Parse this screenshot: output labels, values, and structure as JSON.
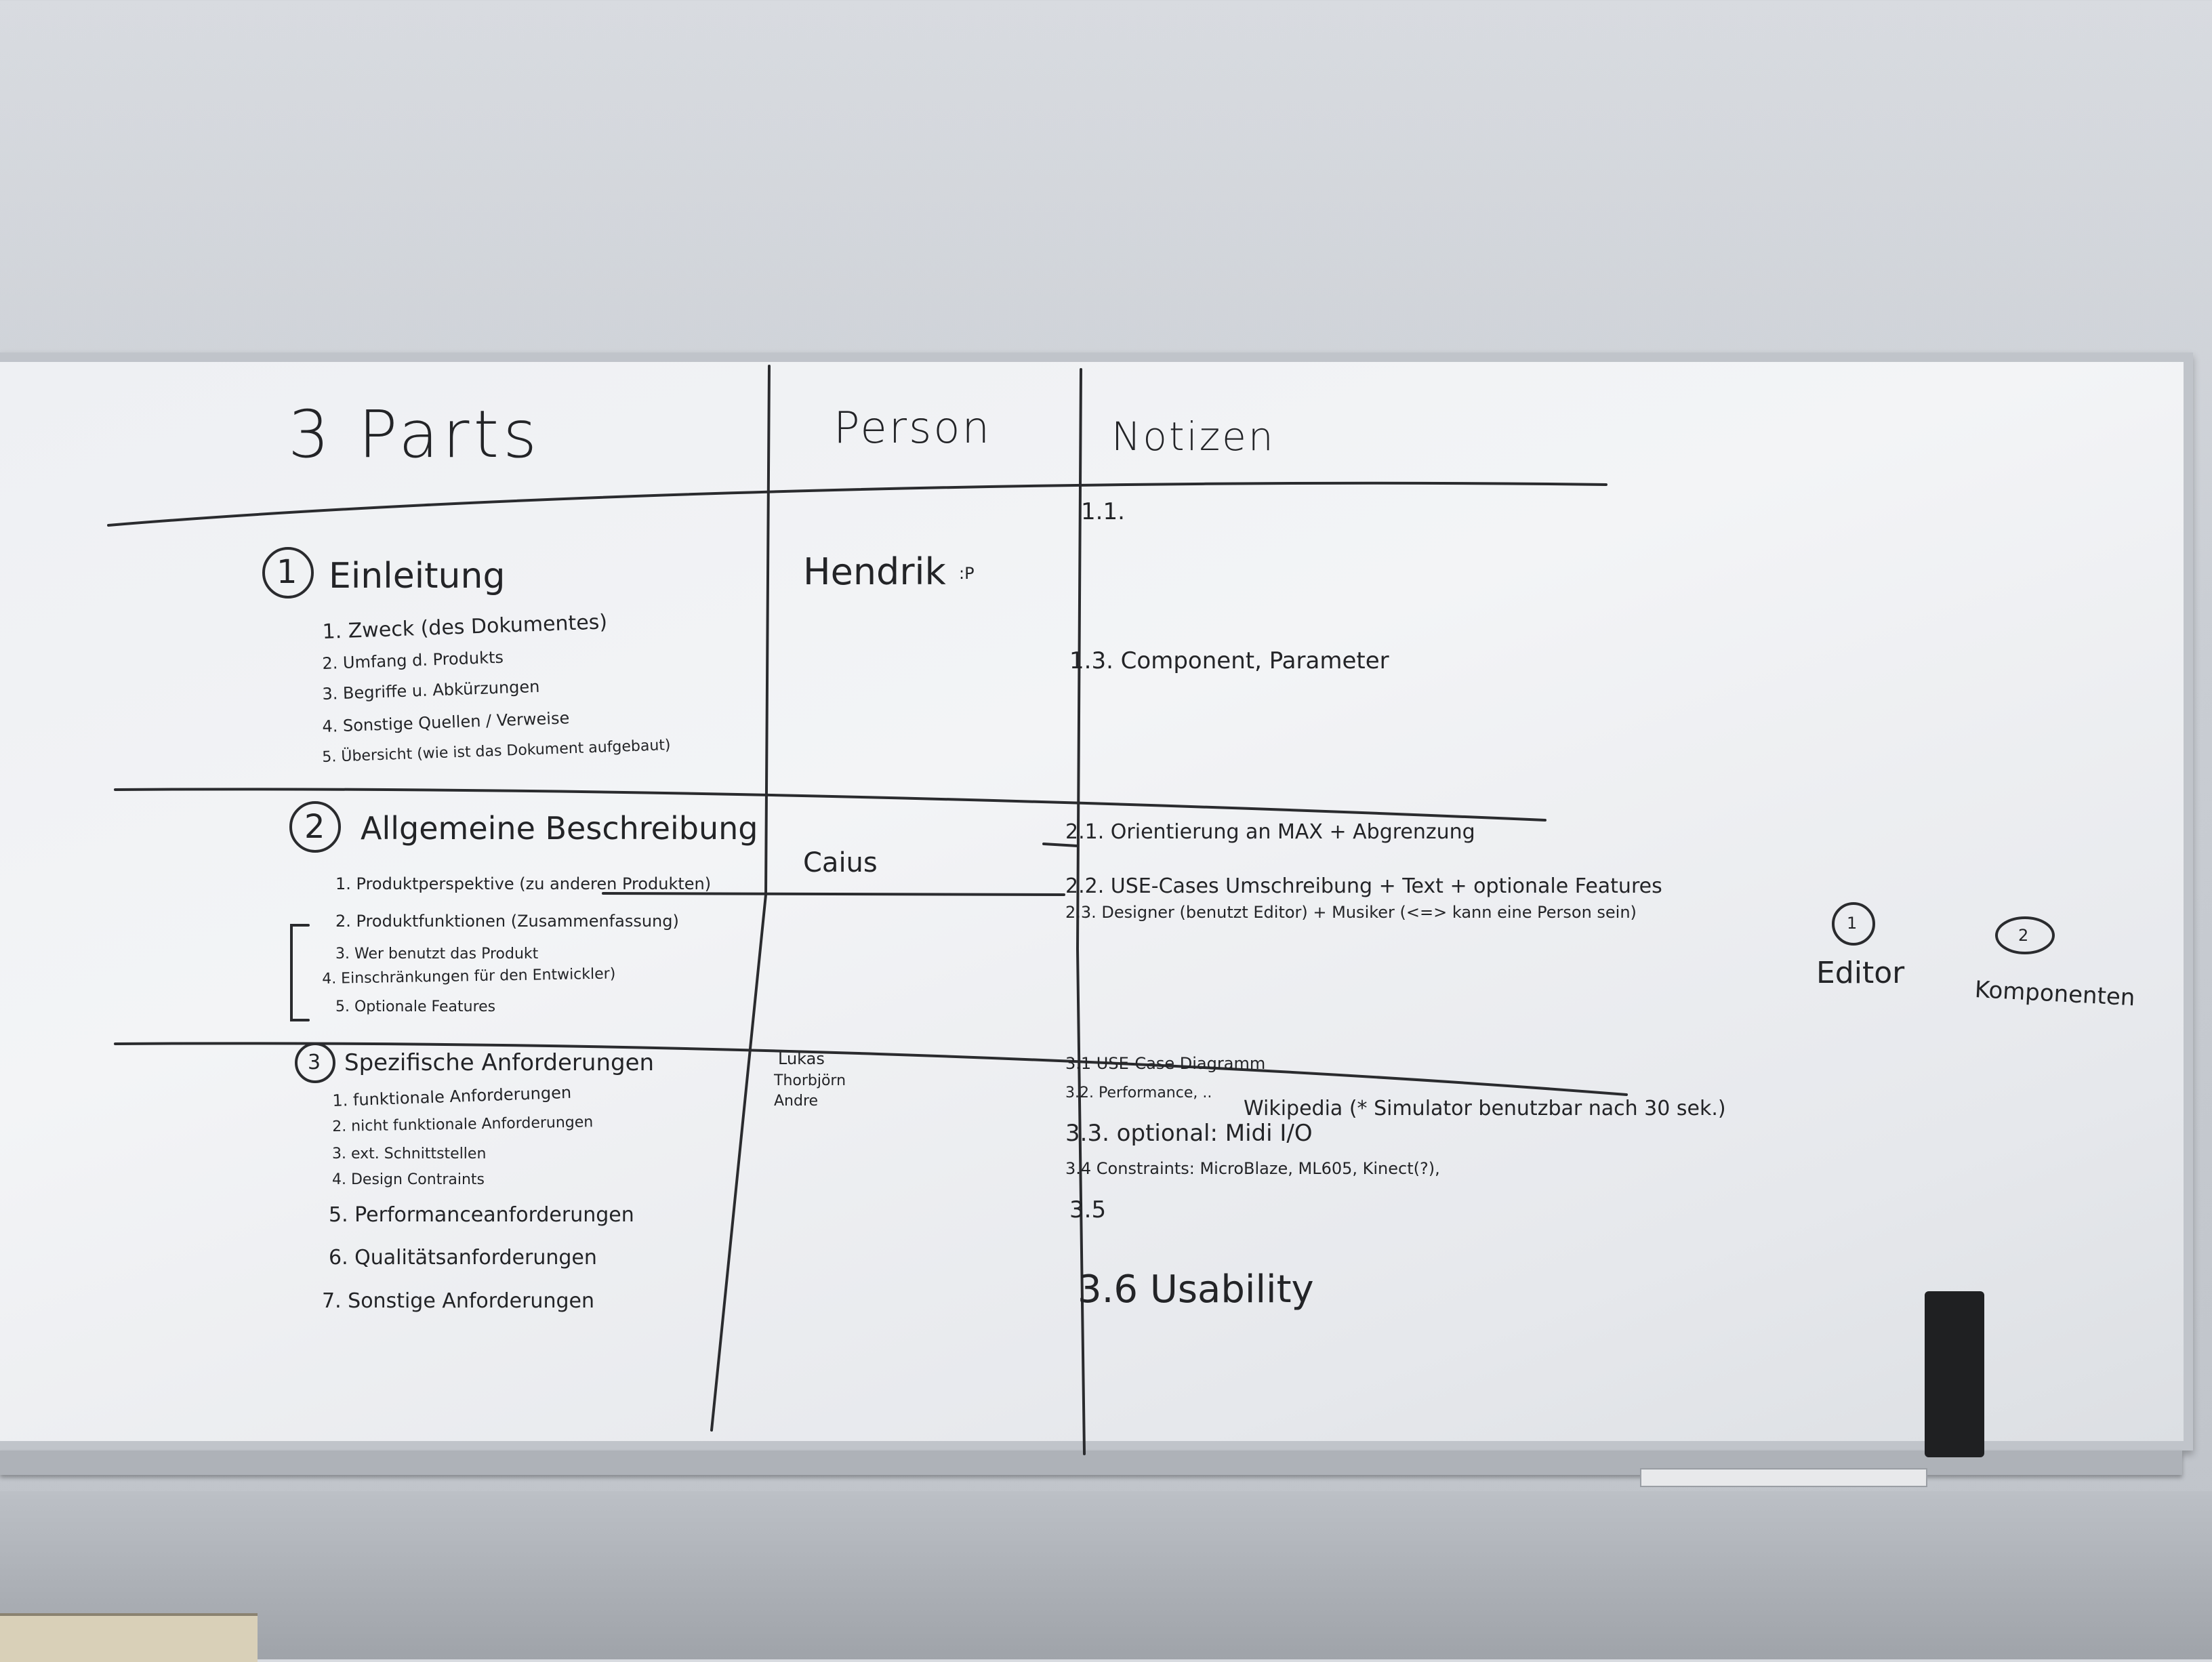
{
  "headers": {
    "parts": "3 Parts",
    "person": "Person",
    "notes": "Notizen"
  },
  "sections": [
    {
      "number": "1",
      "title": "Einleitung",
      "items": [
        "1. Zweck (des Dokumentes)",
        "2. Umfang d. Produkts",
        "3. Begriffe u. Abkürzungen",
        "4. Sonstige Quellen / Verweise",
        "5. Übersicht (wie ist das Dokument aufgebaut)"
      ],
      "person": "Hendrik",
      "person_extra": ":P"
    },
    {
      "number": "2",
      "title": "Allgemeine Beschreibung",
      "items": [
        "1. Produktperspektive (zu anderen Produkten)",
        "2. Produktfunktionen (Zusammenfassung)",
        "3. Wer benutzt das Produkt",
        "4. Einschränkungen für den Entwickler)",
        "5. Optionale Features"
      ],
      "person": "Caius"
    },
    {
      "number": "3",
      "title": "Spezifische Anforderungen",
      "items": [
        "1. funktionale Anforderungen",
        "2. nicht funktionale Anforderungen",
        "3. ext. Schnittstellen",
        "4. Design Contraints",
        "5. Performanceanforderungen",
        "6. Qualitätsanforderungen",
        "7. Sonstige Anforderungen"
      ],
      "people": [
        "Lukas",
        "Thorbjörn",
        "Andre"
      ]
    }
  ],
  "notes": {
    "n11": "1.1.",
    "n13": "1.3. Component, Parameter",
    "n21": "2.1. Orientierung an MAX   + Abgrenzung",
    "n22": "2.2. USE-Cases Umschreibung + Text + optionale Features",
    "n23": "2.3. Designer (benutzt Editor) + Musiker (<=> kann eine Person sein)",
    "n31": "3.1 USE-Case Diagramm",
    "n32": "3.2. Performance, ..",
    "n32b": "Wikipedia (* Simulator benutzbar nach 30 sek.)",
    "n33": "3.3. optional: Midi I/O",
    "n34": "3.4 Constraints: MicroBlaze, ML605, Kinect(?),",
    "n35": "3.5",
    "n36": "3.6 Usability"
  },
  "side": {
    "one_num": "1",
    "one_label": "Editor",
    "two_num": "2",
    "two_label": "Komponenten"
  }
}
